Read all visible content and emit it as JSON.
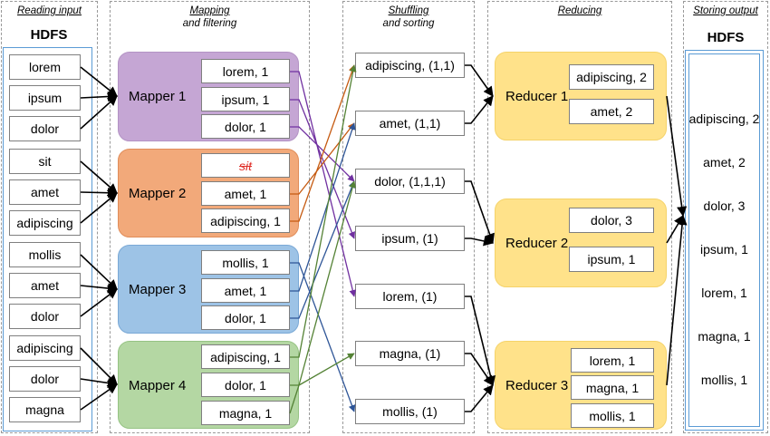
{
  "stages": {
    "reading": {
      "title": "Reading input",
      "store": "HDFS"
    },
    "mapping": {
      "title": "Mapping",
      "subtitle": "and filtering"
    },
    "shuffling": {
      "title": "Shuffling",
      "subtitle": "and sorting"
    },
    "reducing": {
      "title": "Reducing"
    },
    "storing": {
      "title": "Storing output",
      "store": "HDFS"
    }
  },
  "inputs": [
    "lorem",
    "ipsum",
    "dolor",
    "sit",
    "amet",
    "adipiscing",
    "mollis",
    "amet",
    "dolor",
    "adipiscing",
    "dolor",
    "magna"
  ],
  "mappers": [
    {
      "label": "Mapper 1",
      "color": "#c5a6d4",
      "border": "#b393c4",
      "outputs": [
        "lorem, 1",
        "ipsum, 1",
        "dolor, 1"
      ]
    },
    {
      "label": "Mapper 2",
      "color": "#f2a97a",
      "border": "#e08d5a",
      "outputs": [
        "sit",
        "amet, 1",
        "adipiscing, 1"
      ]
    },
    {
      "label": "Mapper 3",
      "color": "#9dc3e6",
      "border": "#7aa9d6",
      "outputs": [
        "mollis, 1",
        "amet, 1",
        "dolor, 1"
      ]
    },
    {
      "label": "Mapper 4",
      "color": "#b4d7a3",
      "border": "#96c384",
      "outputs": [
        "adipiscing, 1",
        "dolor, 1",
        "magna, 1"
      ]
    }
  ],
  "shuffled": [
    "adipiscing, (1,1)",
    "amet, (1,1)",
    "dolor, (1,1,1)",
    "ipsum, (1)",
    "lorem, (1)",
    "magna, (1)",
    "mollis, (1)"
  ],
  "reducers": [
    {
      "label": "Reducer 1",
      "color": "#ffe28a",
      "outputs": [
        "adipiscing, 2",
        "amet, 2"
      ]
    },
    {
      "label": "Reducer 2",
      "color": "#ffe28a",
      "outputs": [
        "dolor, 3",
        "ipsum, 1"
      ]
    },
    {
      "label": "Reducer 3",
      "color": "#ffe28a",
      "outputs": [
        "lorem, 1",
        "magna, 1",
        "mollis, 1"
      ]
    }
  ],
  "final_output": [
    "adipiscing, 2",
    "amet, 2",
    "dolor, 3",
    "ipsum, 1",
    "lorem, 1",
    "magna, 1",
    "mollis, 1"
  ],
  "arrow_colors": {
    "mapper1": "#7030a0",
    "mapper2": "#c55a11",
    "mapper3": "#2e5597",
    "mapper4": "#548235",
    "black": "#000000"
  }
}
